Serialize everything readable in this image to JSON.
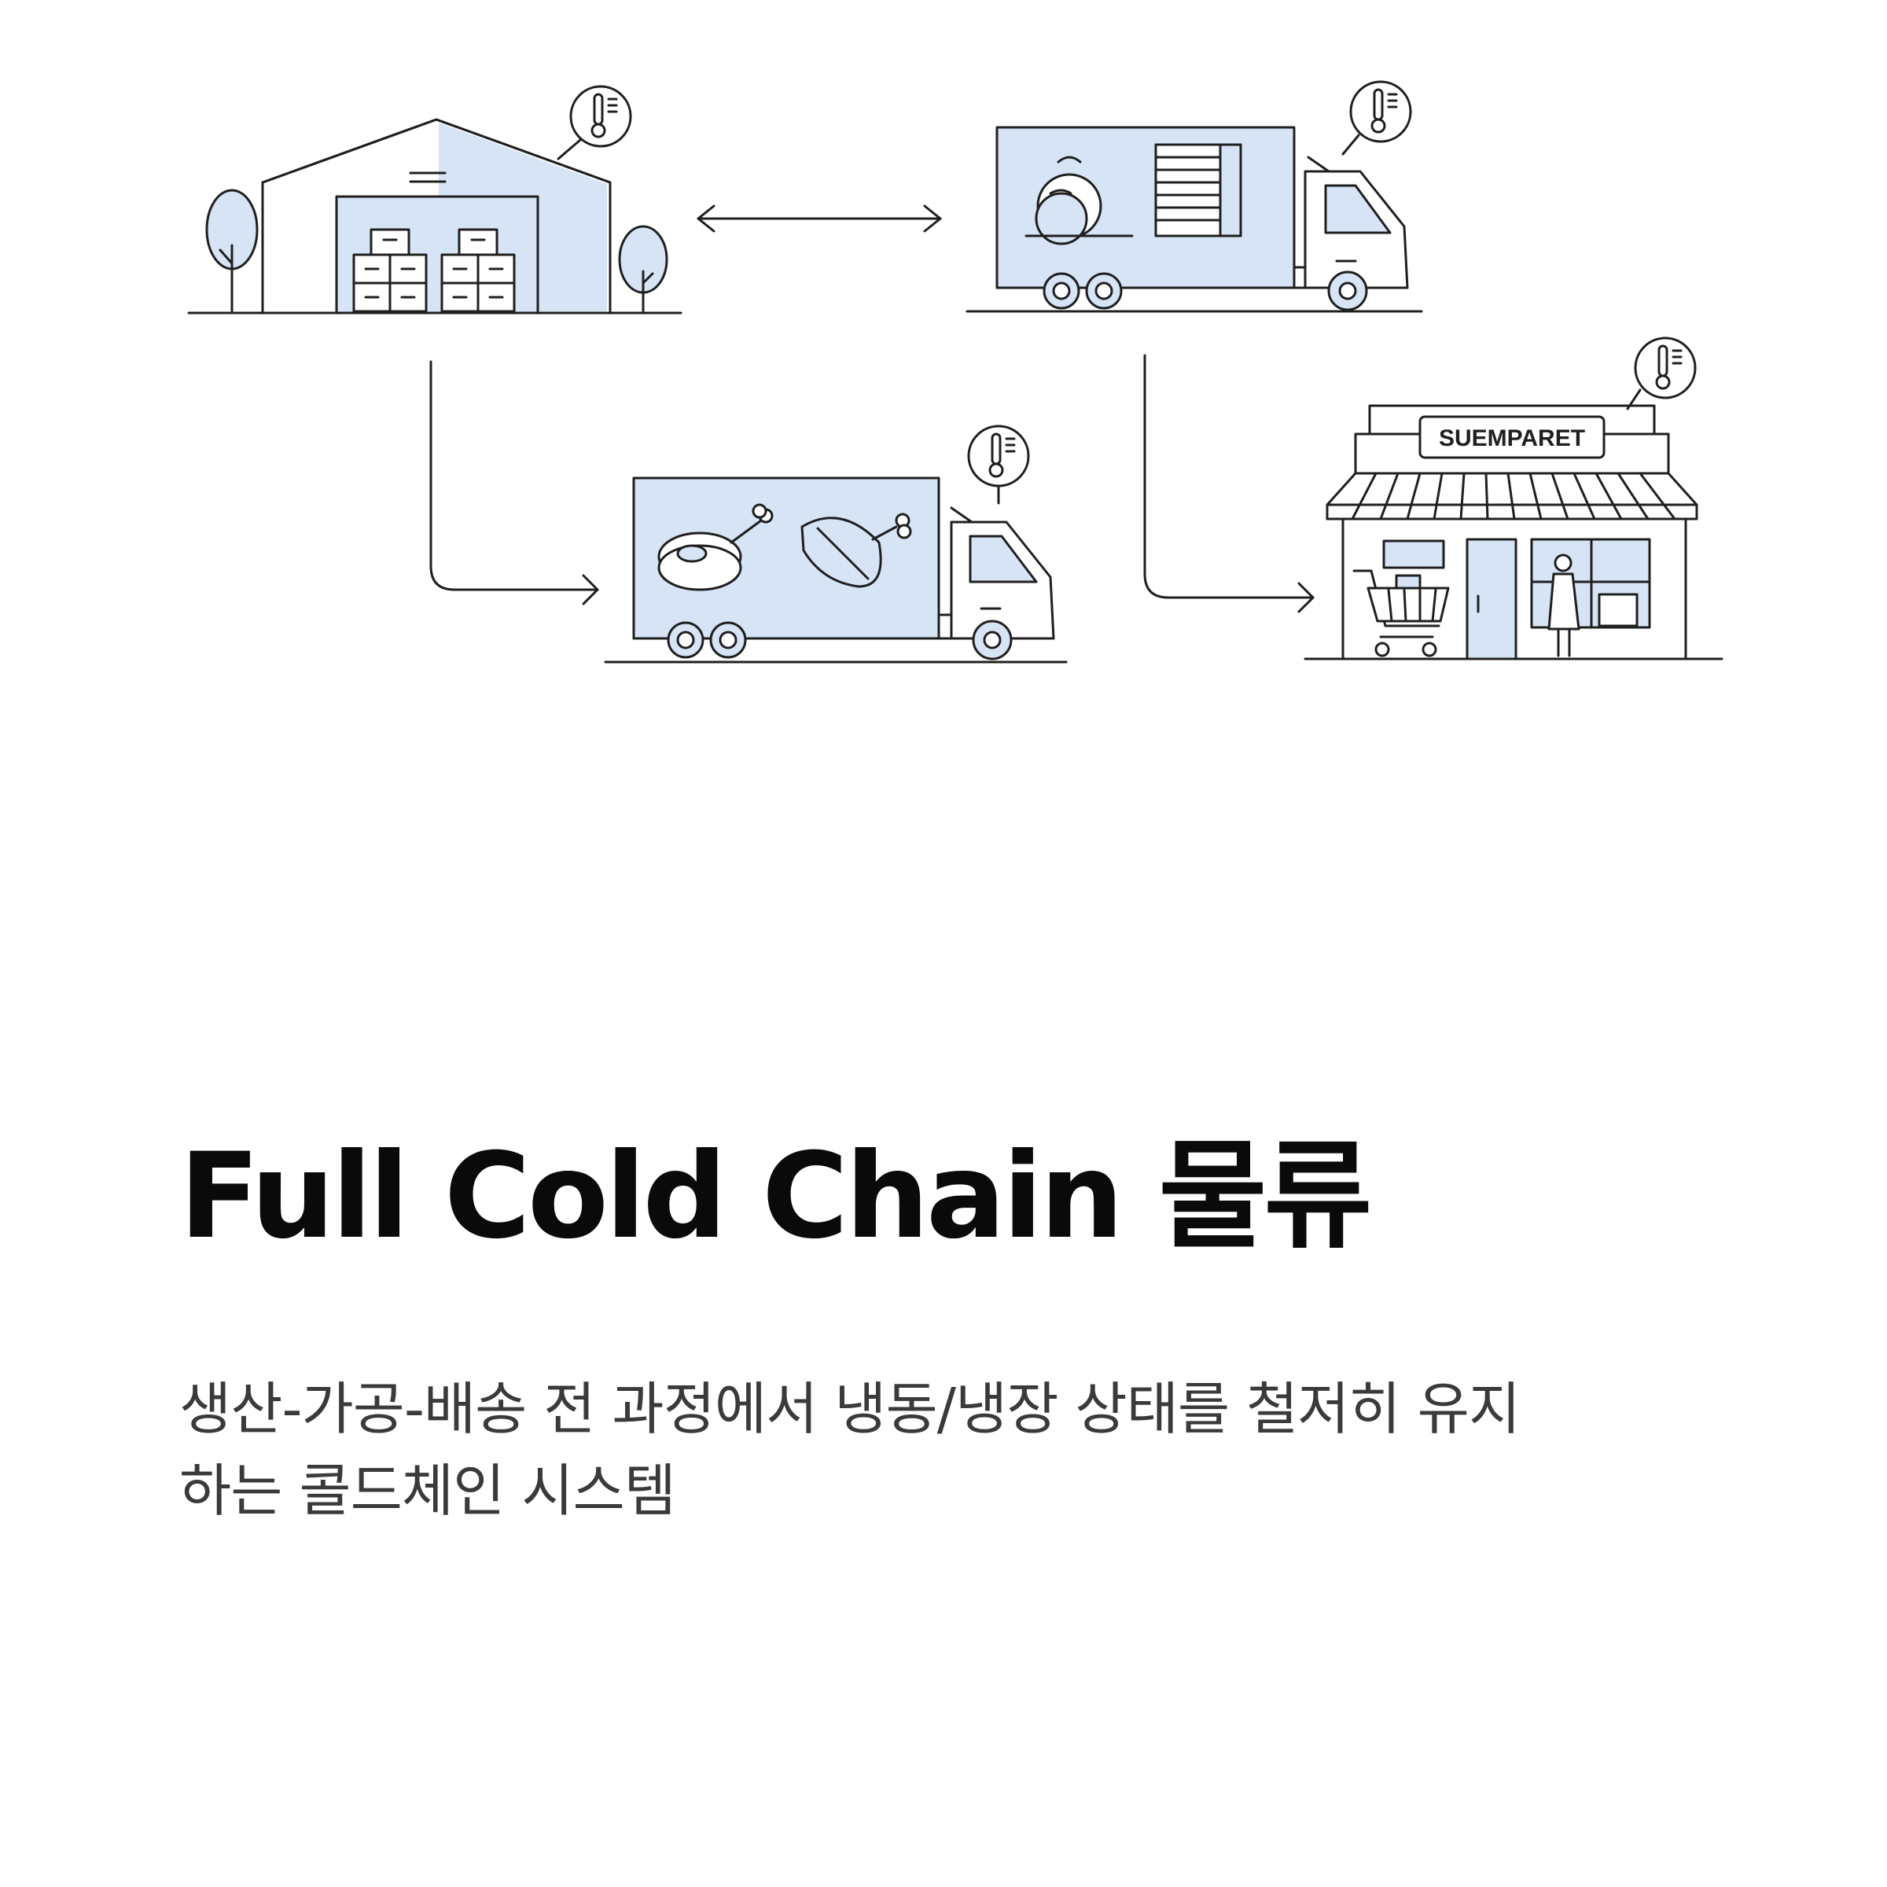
{
  "store_sign": "SUEMPARET",
  "title": "Full Cold Chain 물류",
  "description": {
    "line1": "생산-가공-배송 전 과정에서 냉동/냉장 상태를 철저히 유지",
    "line2": "하는 콜드체인 시스템"
  },
  "colors": {
    "accent_fill": "#d6e4f6",
    "line": "#1f1f1f",
    "title": "#0a0a0a",
    "text": "#3a3a3a"
  }
}
